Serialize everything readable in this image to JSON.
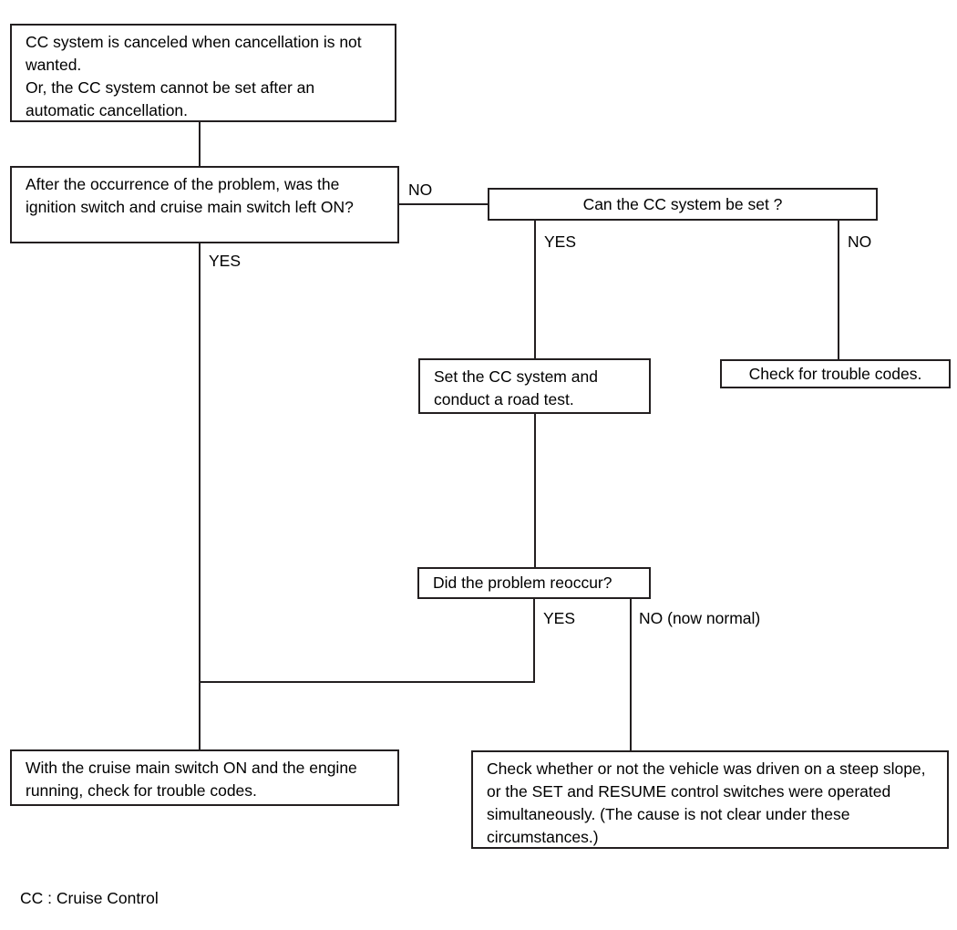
{
  "diagram": {
    "title": "Cruise Control (CC) system troubleshooting flowchart",
    "line_color": "#231f20",
    "background": "#ffffff",
    "nodes": {
      "symptom": {
        "text": "CC system is canceled when cancellation is not wanted.\nOr, the CC system cannot be set after an automatic cancellation."
      },
      "question_ignition": {
        "text": "After the occurrence of the problem, was the ignition switch and cruise main switch left ON?"
      },
      "question_can_set": {
        "text": "Can the CC system be set ?"
      },
      "action_set_road_test": {
        "text": "Set the CC system and conduct a road test."
      },
      "action_check_codes_right": {
        "text": "Check for trouble codes."
      },
      "question_reoccur": {
        "text": "Did the problem reoccur?"
      },
      "action_check_codes_bottom": {
        "text": "With the cruise main switch ON and the engine running, check for trouble codes."
      },
      "action_check_conditions": {
        "text": "Check whether or not the vehicle was driven on a steep slope, or the SET and RESUME control switches were operated simultaneously. (The cause is not clear under these circumstances.)"
      }
    },
    "edge_labels": {
      "ignition_no": "NO",
      "ignition_yes": "YES",
      "can_set_yes": "YES",
      "can_set_no": "NO",
      "reoccur_yes": "YES",
      "reoccur_no": "NO (now normal)"
    },
    "footnote": "CC : Cruise Control"
  }
}
